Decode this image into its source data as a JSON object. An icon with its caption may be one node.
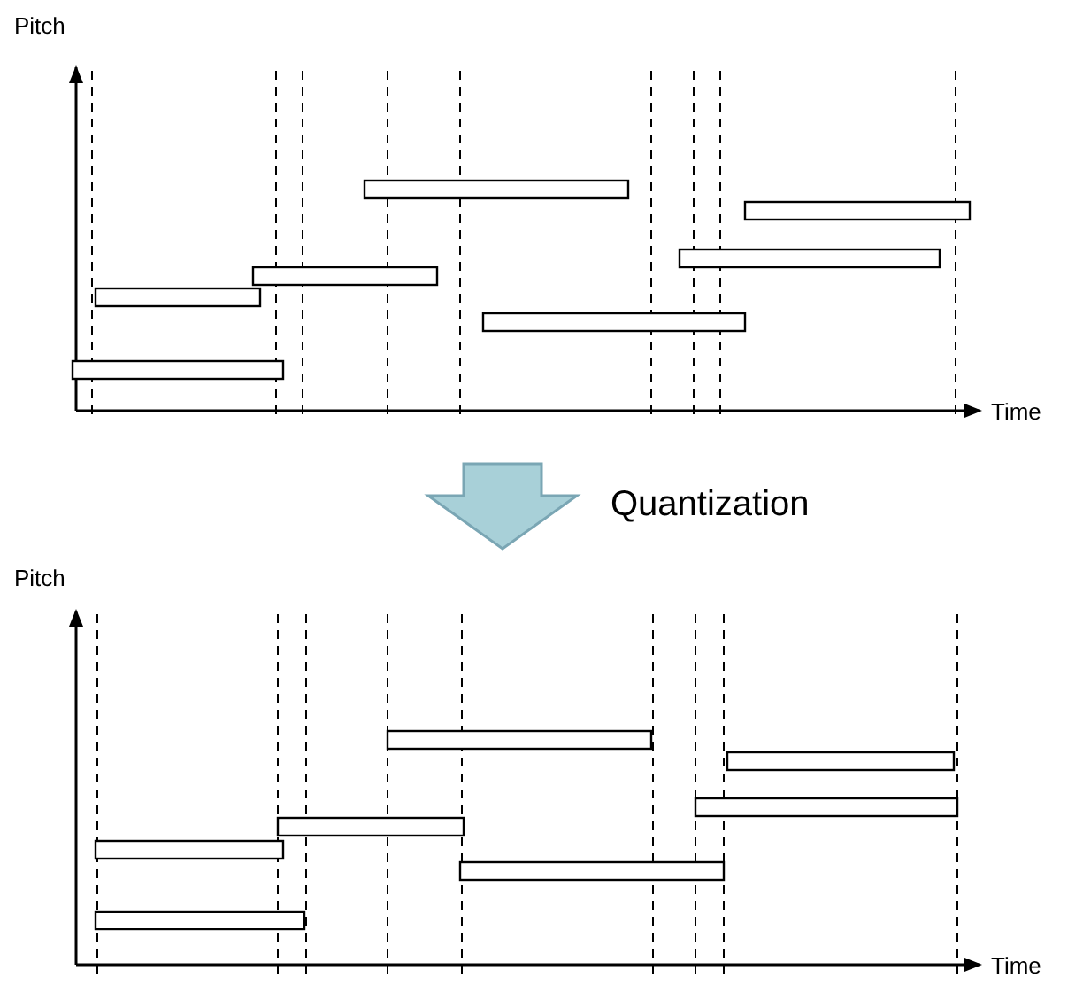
{
  "diagram": {
    "labels": [
      "Pitch",
      "Time",
      "Quantization",
      "Pitch",
      "Time"
    ]
  }
}
